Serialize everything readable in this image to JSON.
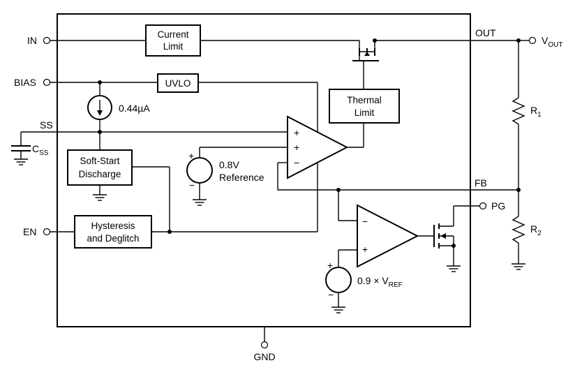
{
  "pins": {
    "in": "IN",
    "bias": "BIAS",
    "ss": "SS",
    "en": "EN",
    "out": "OUT",
    "vout_main": "V",
    "vout_sub": "OUT",
    "fb": "FB",
    "pg": "PG",
    "gnd": "GND"
  },
  "blocks": {
    "current_limit": [
      "Current",
      "Limit"
    ],
    "uvlo": "UVLO",
    "thermal_limit": [
      "Thermal",
      "Limit"
    ],
    "soft_start": [
      "Soft-Start",
      "Discharge"
    ],
    "hysteresis": [
      "Hysteresis",
      "and Deglitch"
    ]
  },
  "sources": {
    "current": "0.44µA",
    "reference_value": "0.8V",
    "reference_name": "Reference",
    "pg_ref_main": "0.9 × V",
    "pg_ref_sub": "REF"
  },
  "components": {
    "css_main": "C",
    "css_sub": "SS",
    "r1_main": "R",
    "r1_sub": "1",
    "r2_main": "R",
    "r2_sub": "2"
  },
  "signs": {
    "plus": "+",
    "minus": "−"
  }
}
